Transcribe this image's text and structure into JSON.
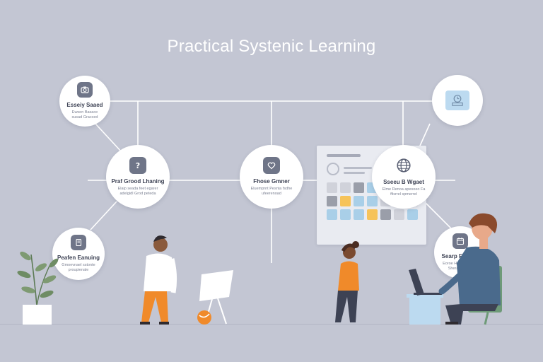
{
  "title": "Practical Systenic Learning",
  "nodes": {
    "top_left": {
      "label": "Esseiy Saaed",
      "sub": "Ewsen Basace susad Gracced"
    },
    "question": {
      "label": "Praf Grood Lhaning",
      "sub": "Elaip seada feet egarer adelgidl Grod peteda"
    },
    "center": {
      "label": "Fhose Gmner",
      "sub": "Eluemprnt Pesnta fsdhe ufeerenoad"
    },
    "globe": {
      "label": "Sseeu B Wgaet",
      "sub": "Elme Renoa apesoeo Fa ffisrrel spmerrel"
    },
    "bottom_left": {
      "label": "Peafen Eanuing",
      "sub": "Gmoevnael sstonte proupienale"
    },
    "bottom_right": {
      "label": "Searp Fhatoel",
      "sub": "Eoroe Heetc susaed Sherane enoo"
    },
    "top_right": {
      "label": "",
      "sub": ""
    }
  },
  "icons": {
    "top_left": "camera-icon",
    "question": "question-icon",
    "center": "heart-icon",
    "globe": "globe-icon",
    "bottom_left": "book-icon",
    "bottom_right": "calendar-icon",
    "top_right": "clock-icon"
  },
  "board_cells": [
    "#d0d2da",
    "#d0d2da",
    "#9a9ea9",
    "#a9cfe8",
    "#d0d2da",
    "#d0d2da",
    "#d0d2da",
    "#9a9ea9",
    "#f6c35a",
    "#a9cfe8",
    "#a9cfe8",
    "#d0d2da",
    "#d0d2da",
    "#d0d2da",
    "#a9cfe8",
    "#a9cfe8",
    "#a9cfe8",
    "#f6c35a",
    "#9a9ea9",
    "#d0d2da",
    "#a9cfe8"
  ],
  "colors": {
    "background": "#c3c6d3",
    "line": "#ffffff",
    "accent_orange": "#f08a2a",
    "accent_blue": "#a9cfe8"
  }
}
